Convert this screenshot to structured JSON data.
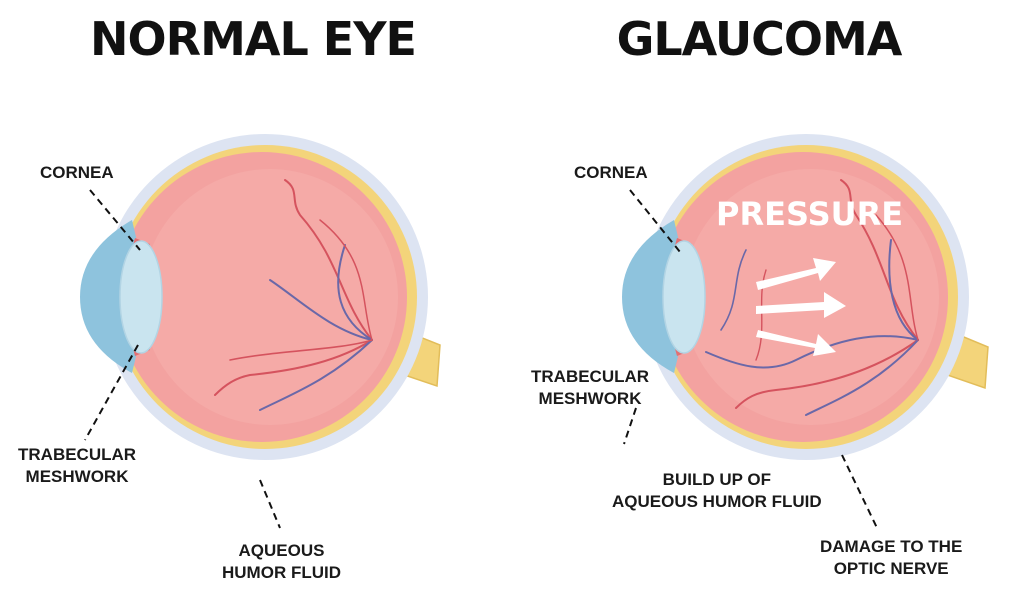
{
  "normal": {
    "title": "NORMAL EYE",
    "labels": {
      "cornea": "CORNEA",
      "trabecular_line1": "TRABECULAR",
      "trabecular_line2": "MESHWORK",
      "aqueous_line1": "AQUEOUS",
      "aqueous_line2": "HUMOR FLUID"
    }
  },
  "glaucoma": {
    "title": "GLAUCOMA",
    "pressure": "PRESSURE",
    "labels": {
      "cornea": "CORNEA",
      "trabecular_line1": "TRABECULAR",
      "trabecular_line2": "MESHWORK",
      "buildup_line1": "BUILD UP OF",
      "buildup_line2": "AQUEOUS HUMOR FLUID",
      "damage_line1": "DAMAGE TO THE",
      "damage_line2": "OPTIC NERVE"
    }
  },
  "colors": {
    "eyeball": "#f3a2a0",
    "eyeball_inner": "#f6b0ad",
    "sclera_ring": "#dde4f2",
    "choroid": "#f3d47a",
    "iris": "#8ec3dd",
    "lens": "#c9e4ef",
    "optic_nerve": "#f3d47a",
    "vessel_red": "#d5535e",
    "vessel_blue": "#6a68a8",
    "pointer_line": "#111111"
  },
  "icons": [
    "eye-cross-section",
    "pressure-arrow"
  ]
}
